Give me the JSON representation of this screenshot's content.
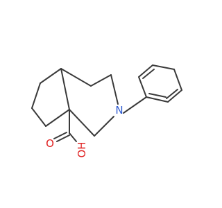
{
  "molecule": {
    "atoms": {
      "nitrogen": {
        "symbol": "N"
      },
      "carbonyl_oxygen": {
        "symbol": "O"
      },
      "hydroxyl": {
        "symbol": "OH"
      }
    },
    "colors": {
      "bond": "#3a3a3a",
      "nitrogen": "#2f5bd0",
      "oxygen": "#e02020",
      "background": "#ffffff"
    }
  }
}
